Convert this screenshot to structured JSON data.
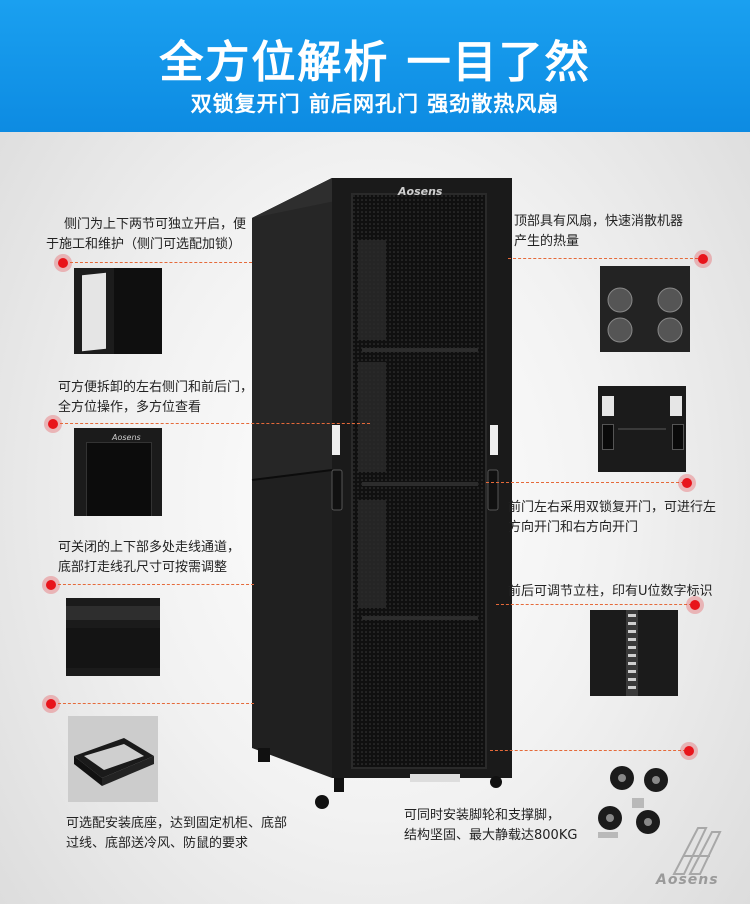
{
  "header": {
    "title": "全方位解析  一目了然",
    "subtitle": "双锁复开门  前后网孔门  强劲散热风扇"
  },
  "product": {
    "brand": "Aosens"
  },
  "features": {
    "side_door": {
      "line1": "侧门为上下两节可独立开启，便",
      "line2": "于施工和维护（侧门可选配加锁）"
    },
    "removable_doors": {
      "line1": "可方便拆卸的左右侧门和前后门，",
      "line2": "全方位操作，多方位查看"
    },
    "cable_channel": {
      "line1": "可关闭的上下部多处走线通道，",
      "line2": "底部打走线孔尺寸可按需调整"
    },
    "base": {
      "line1": "可选配安装底座，达到固定机柜、底部",
      "line2": "过线、底部送冷风、防鼠的要求"
    },
    "top_fans": {
      "line1": "顶部具有风扇，快速消散机器",
      "line2": "产生的热量"
    },
    "double_lock": {
      "line1": "前门左右采用双锁复开门，可进行左",
      "line2": "方向开门和右方向开门"
    },
    "rails": {
      "line1": "前后可调节立柱，印有U位数字标识"
    },
    "casters": {
      "line1": "可同时安装脚轮和支撑脚，",
      "line2": "结构坚固、最大静载达800KG"
    }
  },
  "colors": {
    "banner_blue": "#1aa0f0",
    "marker_red": "#e8141b",
    "cabinet_black": "#1a1a1a"
  },
  "watermark": {
    "text": "Aosens"
  }
}
